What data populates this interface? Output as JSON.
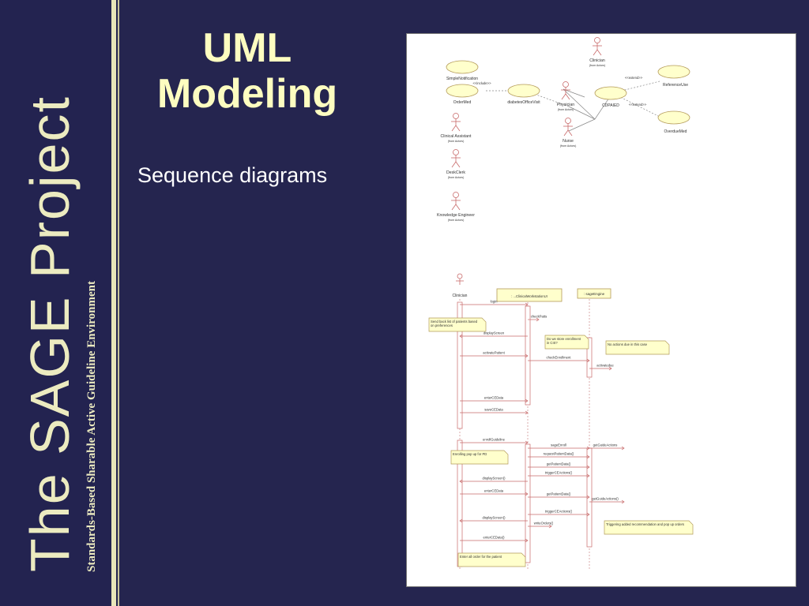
{
  "sidebar": {
    "title": "The SAGE Project",
    "subtitle": "Standards-Based Sharable Active Guideline Environment"
  },
  "slide": {
    "title": "UML Modeling",
    "subtitle": "Sequence diagrams"
  },
  "usecase": {
    "actors": [
      {
        "name": "Clinician",
        "stereo": "(from Actors)"
      },
      {
        "name": "Physician",
        "stereo": "(from Actors)"
      },
      {
        "name": "Nurse",
        "stereo": "(from Actors)"
      },
      {
        "name": "Clinical Assistant",
        "stereo": "(from Actors)"
      },
      {
        "name": "DeskClerk",
        "stereo": "(from Actors)"
      },
      {
        "name": "Knowledge Engineer",
        "stereo": "(from Actors)"
      }
    ],
    "cases": [
      "SimpleNotification",
      "OrderMed",
      "diabetesOfficeVisit",
      "ReferenceUse",
      "CDPAIED",
      "OverdueMed"
    ],
    "rel_include": "<<include>>",
    "rel_extend": "<<extend>>"
  },
  "sequence": {
    "lifelines": [
      "Clinician",
      ": ...ClinicalWorkstationUI",
      ": sageEngine"
    ],
    "messages": [
      "login",
      "checkPatts",
      "displayScreen",
      "activatePatient",
      "checkEnrollment",
      "activatedue",
      "enterCEData",
      "saveCEData",
      "enrollGuideline",
      "sageEnroll",
      "getGuideActions",
      "requestPatientData()",
      "getPatientData()",
      "triggerCEActions()",
      "displayScreen()",
      "enterCEData",
      "getPatientData()",
      "getGuideActions()",
      "triggerCEActions()",
      "displayScreen()",
      "writeOrders()",
      "enterCEData()"
    ],
    "notes": [
      "Send back list of patients based on preferences",
      "Do we store enrollment in CIS?",
      "No actions due in this case",
      "Enrolling pop up for PD",
      "Triggering added recommendation and pop up orders",
      "Enter all order for the patient"
    ]
  }
}
